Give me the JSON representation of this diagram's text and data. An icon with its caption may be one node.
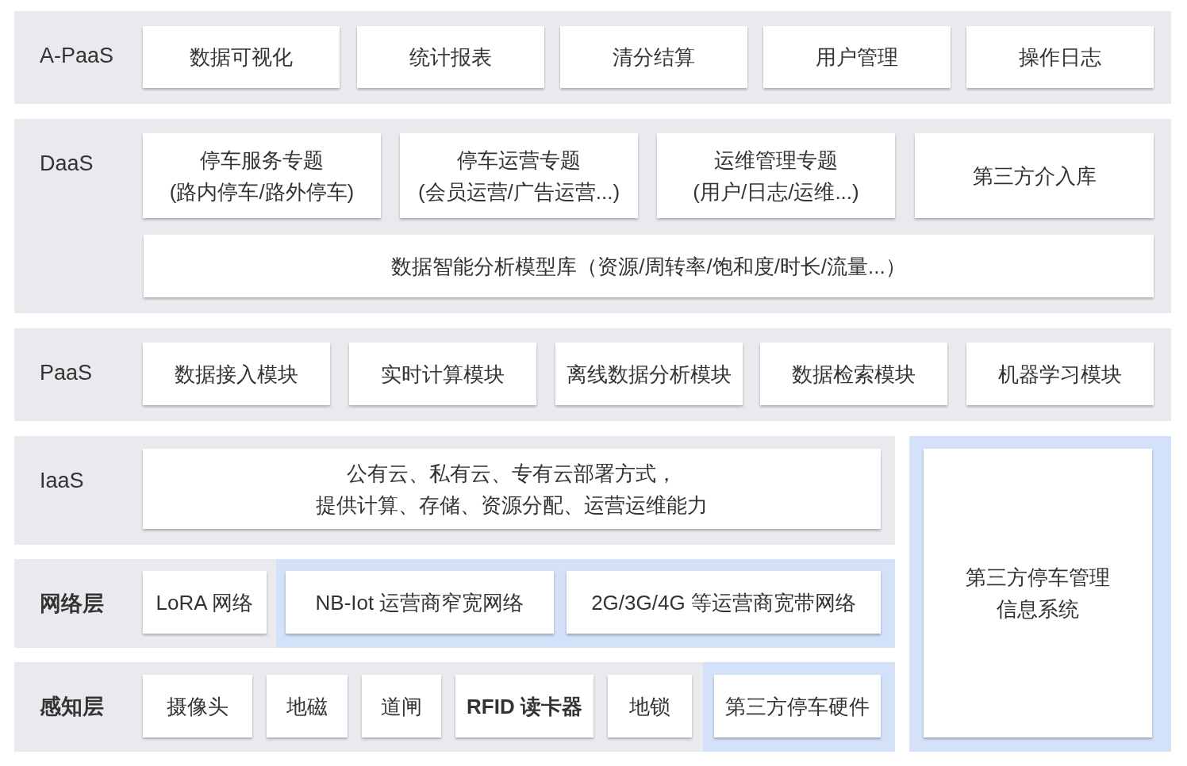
{
  "diagram": {
    "nodes": [
      {
        "text": [
          "A-PaaS"
        ]
      },
      {
        "text": [
          "数据可视化"
        ],
        "in": 0
      },
      {
        "text": [
          "统计报表"
        ],
        "in": 0
      },
      {
        "text": [
          "清分结算"
        ],
        "in": 0
      },
      {
        "text": [
          "用户管理"
        ],
        "in": 0
      },
      {
        "text": [
          "操作日志"
        ],
        "in": 0
      },
      {
        "text": [
          "DaaS"
        ]
      },
      {
        "text": [
          "停车服务专题",
          "(路内停车/路外停车)"
        ],
        "in": 6
      },
      {
        "text": [
          "停车运营专题",
          "(会员运营/广告运营...)"
        ],
        "in": 6
      },
      {
        "text": [
          "运维管理专题",
          "(用户/日志/运维...)"
        ],
        "in": 6
      },
      {
        "text": [
          "第三方介入库"
        ],
        "in": 6
      },
      {
        "text": [
          "数据智能分析模型库（资源/周转率/饱和度/时长/流量...）"
        ],
        "in": 6
      },
      {
        "text": [
          "PaaS"
        ]
      },
      {
        "text": [
          "数据接入模块"
        ],
        "in": 12
      },
      {
        "text": [
          "实时计算模块"
        ],
        "in": 12
      },
      {
        "text": [
          "离线数据分析模块"
        ],
        "in": 12
      },
      {
        "text": [
          "数据检索模块"
        ],
        "in": 12
      },
      {
        "text": [
          "机器学习模块"
        ],
        "in": 12
      },
      {
        "text": [
          "IaaS"
        ]
      },
      {
        "text": [
          "公有云、私有云、专有云部署方式，提供计算、存储、资源分配、运营运维能力"
        ],
        "in": 18
      },
      {
        "text": [],
        "shape": "box"
      },
      {
        "text": [
          "第三方停车管理信息系统"
        ],
        "in": 20
      },
      {
        "text": [
          "网络层"
        ]
      },
      {
        "text": [
          "LoRA 网络"
        ],
        "in": 22
      },
      {
        "text": [],
        "shape": "box",
        "in": 22
      },
      {
        "text": [
          "NB-Iot 运营商窄宽网络"
        ],
        "in": 24
      },
      {
        "text": [
          "2G/3G/4G 等运营商宽带网络"
        ],
        "in": 24
      },
      {
        "text": [
          "感知层"
        ]
      },
      {
        "text": [
          "摄像头"
        ],
        "in": 27
      },
      {
        "text": [
          "地磁"
        ],
        "in": 27
      },
      {
        "text": [
          "道闸"
        ],
        "in": 27
      },
      {
        "text": [
          "RFID 读卡器"
        ],
        "in": 27
      },
      {
        "text": [
          "地锁"
        ],
        "in": 27
      },
      {
        "text": [],
        "shape": "box",
        "in": 27
      },
      {
        "text": [
          "第三方停车硬件"
        ],
        "in": 33
      }
    ]
  }
}
